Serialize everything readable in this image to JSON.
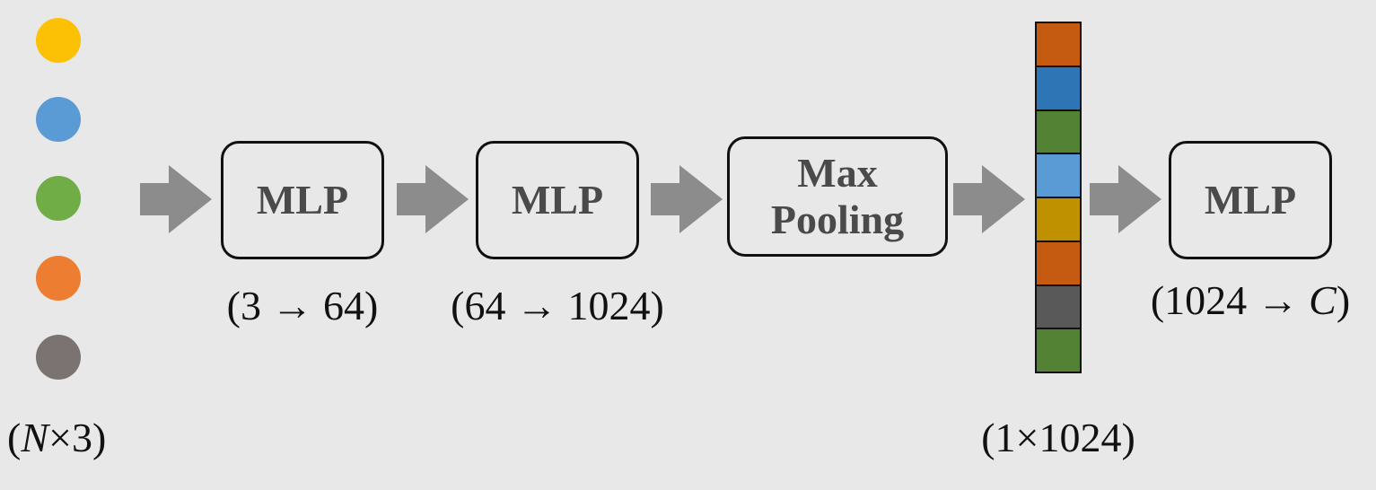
{
  "input_points": {
    "colors": [
      "#fcc004",
      "#5b9bd5",
      "#70ad47",
      "#ed7d31",
      "#7a7372"
    ],
    "label_prefix": "(",
    "label_n": "N",
    "label_suffix": "×3)"
  },
  "stages": {
    "mlp1": {
      "label": "MLP",
      "dims": "(3 → 64)"
    },
    "mlp2": {
      "label": "MLP",
      "dims": "(64 → 1024)"
    },
    "maxpool": {
      "line1": "Max",
      "line2": "Pooling"
    },
    "global_feature": {
      "cell_colors": [
        "#c55a11",
        "#2e75b6",
        "#548235",
        "#5b9bd5",
        "#bf9000",
        "#c55a11",
        "#595959",
        "#548235"
      ],
      "dims": "(1×1024)"
    },
    "mlp3": {
      "label": "MLP",
      "dims_prefix": "(1024 → ",
      "dims_var": "C",
      "dims_suffix": ")"
    }
  },
  "colors": {
    "arrow": "#8c8c8c",
    "box_border": "#111111",
    "box_text": "#4a4a4a"
  }
}
